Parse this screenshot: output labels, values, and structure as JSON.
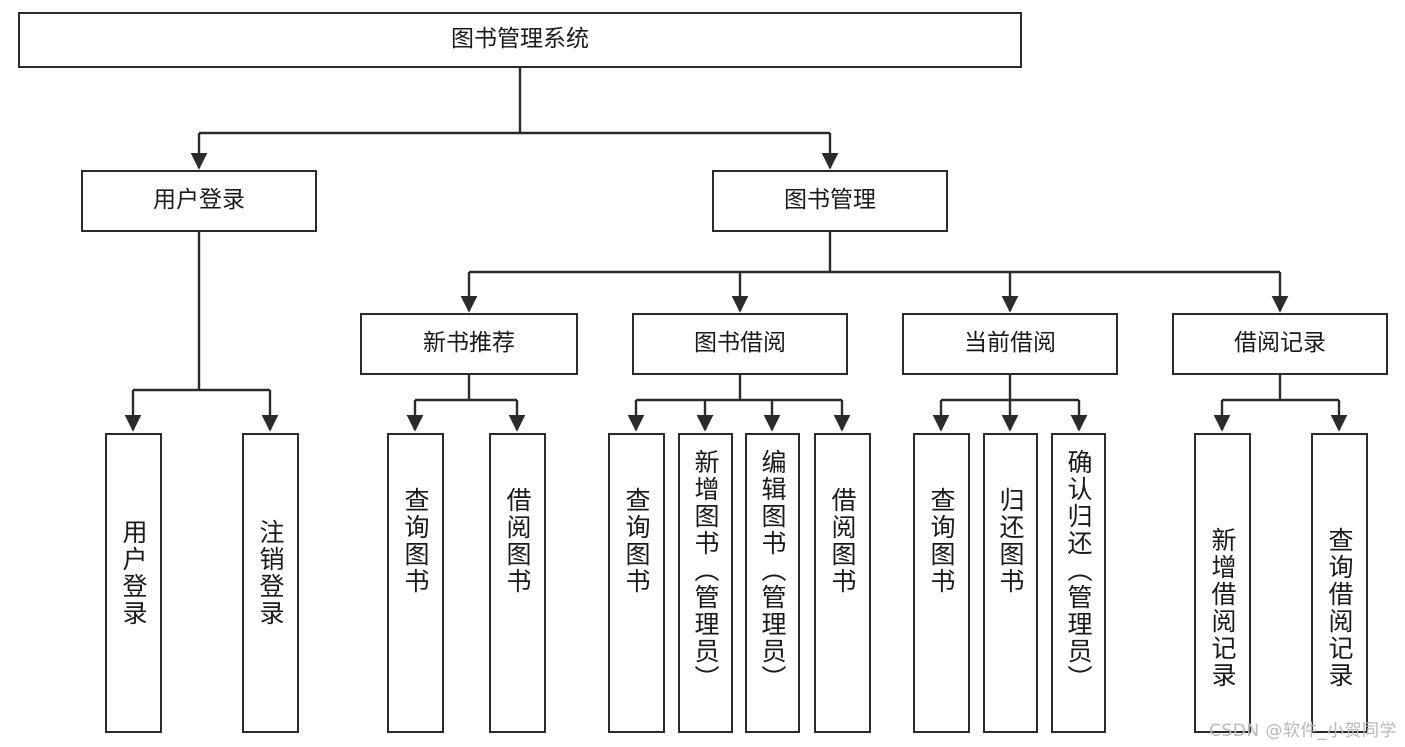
{
  "diagram": {
    "title": "图书管理系统",
    "type": "hierarchy-tree",
    "orientation": "top-down",
    "levels": 4,
    "colors": {
      "box_border": "#2b2b2b",
      "box_fill": "#ffffff",
      "edge": "#2b2b2b",
      "text": "#1a1a1a",
      "watermark": "#b8b8b8",
      "background": "#ffffff"
    }
  },
  "root": {
    "label": "图书管理系统"
  },
  "level2": [
    {
      "label": "用户登录"
    },
    {
      "label": "图书管理"
    }
  ],
  "level3": [
    {
      "label": "新书推荐"
    },
    {
      "label": "图书借阅"
    },
    {
      "label": "当前借阅"
    },
    {
      "label": "借阅记录"
    }
  ],
  "leaves": {
    "user_login": [
      {
        "label": "用户登录"
      },
      {
        "label": "注销登录"
      }
    ],
    "new_book_recommend": [
      {
        "label": "查询图书"
      },
      {
        "label": "借阅图书"
      }
    ],
    "book_borrow": [
      {
        "label": "查询图书"
      },
      {
        "label": "新增图书（管理员）"
      },
      {
        "label": "编辑图书（管理员）"
      },
      {
        "label": "借阅图书"
      }
    ],
    "current_borrow": [
      {
        "label": "查询图书"
      },
      {
        "label": "归还图书"
      },
      {
        "label": "确认归还（管理员）"
      }
    ],
    "borrow_record": [
      {
        "label": "新增借阅记录"
      },
      {
        "label": "查询借阅记录"
      }
    ]
  },
  "watermark": {
    "text": "CSDN @软件_小贺同学"
  }
}
